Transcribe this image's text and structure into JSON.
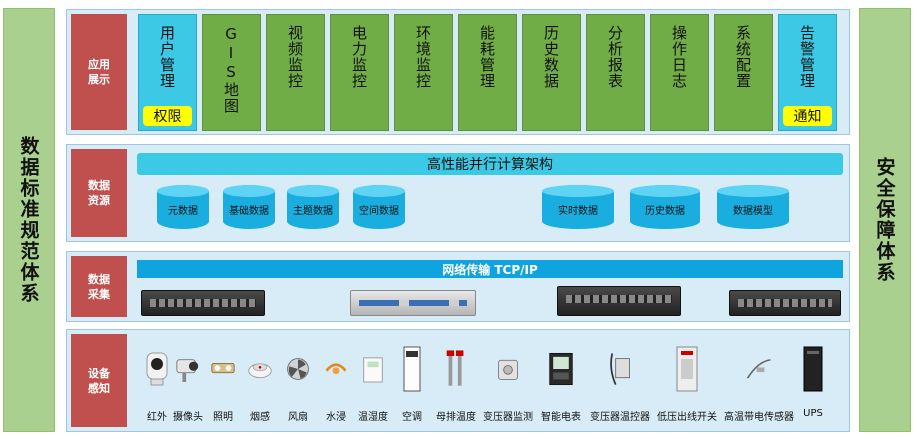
{
  "side_left": "数据标准规范体系",
  "side_right": "安全保障体系",
  "app": {
    "label": "应用展示",
    "modules": [
      {
        "name": "用户管理",
        "tag": "权限",
        "style": "cyan"
      },
      {
        "name": "GIS地图",
        "style": "green"
      },
      {
        "name": "视频监控",
        "style": "green"
      },
      {
        "name": "电力监控",
        "style": "green"
      },
      {
        "name": "环境监控",
        "style": "green"
      },
      {
        "name": "能耗管理",
        "style": "green"
      },
      {
        "name": "历史数据",
        "style": "green"
      },
      {
        "name": "分析报表",
        "style": "green"
      },
      {
        "name": "操作日志",
        "style": "green"
      },
      {
        "name": "系统配置",
        "style": "green"
      },
      {
        "name": "告警管理",
        "tag": "通知",
        "style": "cyan"
      }
    ]
  },
  "data_resources": {
    "label": "数据资源",
    "bar": "高性能并行计算架构",
    "stores": [
      "元数据",
      "基础数据",
      "主题数据",
      "空间数据",
      "实时数据",
      "历史数据",
      "数据模型"
    ]
  },
  "collect": {
    "label": "数据采集",
    "bar": "网络传输 TCP/IP"
  },
  "devices": {
    "label": "设备感知",
    "items": [
      "红外",
      "摄像头",
      "照明",
      "烟感",
      "风扇",
      "水浸",
      "温湿度",
      "空调",
      "母排温度",
      "变压器监测",
      "智能电表",
      "变压器温控器",
      "低压出线开关",
      "高温带电传感器",
      "UPS"
    ]
  },
  "colors": {
    "module_green": "#70ad47",
    "module_cyan": "#3cc9e6",
    "label_red": "#c0504d",
    "side_green": "#a9d08e",
    "layer_bg": "#d7ecf6"
  }
}
